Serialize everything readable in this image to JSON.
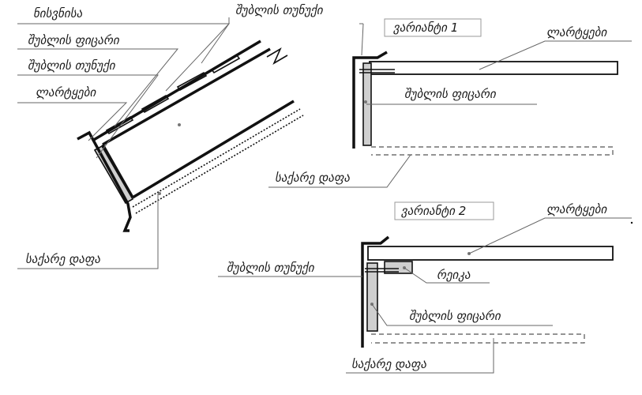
{
  "labels": {
    "nisvnisa": "ნისვნისა",
    "shublis_tunuki_a": "შუბლის თუნუქი",
    "shublis_pitsari_a": "შუბლის ფიცარი",
    "shublis_tunuki_b": "შუბლის თუნუქი",
    "lartyebi_a": "ლარტყები",
    "sakare_dapa_a": "საქარე დაფა",
    "varianti_1": "ვარიანტი 1",
    "lartyebi_b": "ლარტყები",
    "shublis_pitsari_b": "შუბლის ფიცარი",
    "sakare_dapa_b": "საქარე დაფა",
    "varianti_2": "ვარიანტი 2",
    "lartyebi_c": "ლარტყები",
    "shublis_tunuki_c": "შუბლის თუნუქი",
    "reika": "რეიკა",
    "shublis_pitsari_c": "შუბლის ფიცარი",
    "sakare_dapa_c": "საქარე დაფა"
  }
}
